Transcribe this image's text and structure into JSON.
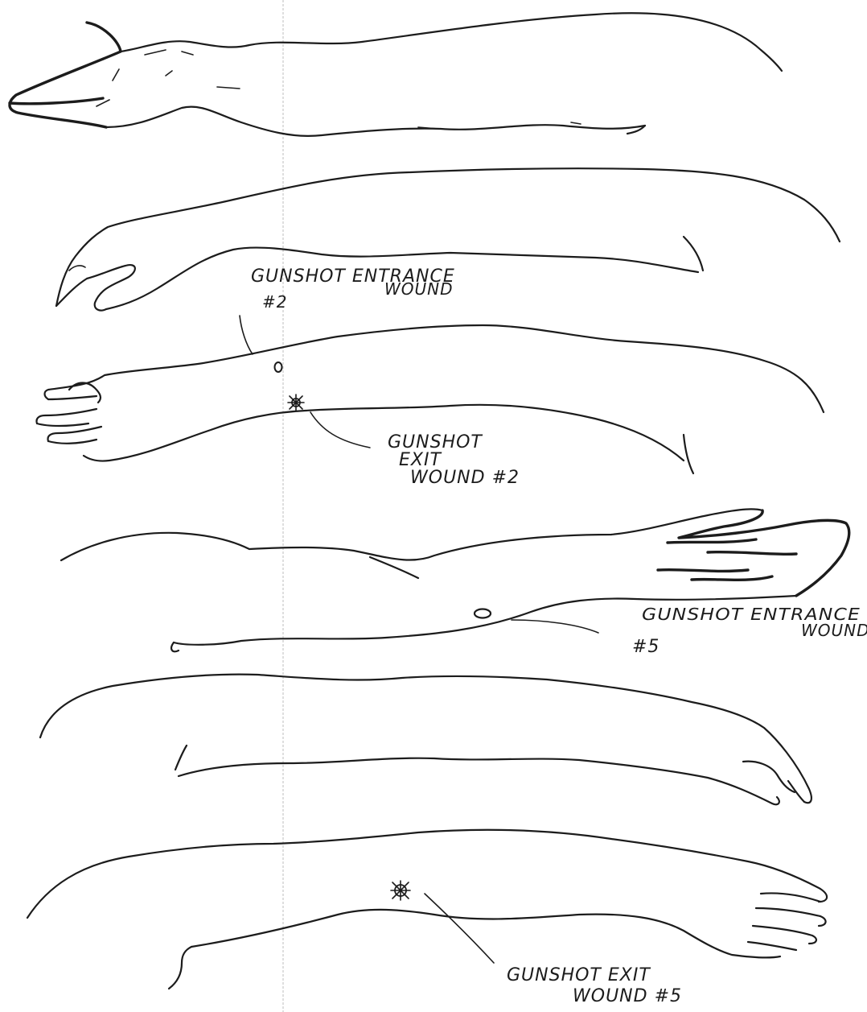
{
  "diagram": {
    "views": [
      "arm-view-1",
      "arm-view-2",
      "arm-view-3",
      "arm-view-4",
      "arm-view-5",
      "arm-view-6"
    ],
    "labels": {
      "entrance_2": {
        "line1": "GUNSHOT ENTRANCE",
        "line2": "WOUND",
        "line3": "#2"
      },
      "exit_2": {
        "line1": "GUNSHOT",
        "line2": "EXIT",
        "line3": "WOUND #2"
      },
      "entrance_5": {
        "line1": "GUNSHOT ENTRANCE",
        "line2": "WOUND",
        "line3": "#5"
      },
      "exit_5": {
        "line1": "GUNSHOT EXIT",
        "line2": "WOUND #5"
      }
    },
    "colors": {
      "ink": "#1c1c1c",
      "paper": "#ffffff",
      "fold_line": "#c8c8c8"
    }
  }
}
